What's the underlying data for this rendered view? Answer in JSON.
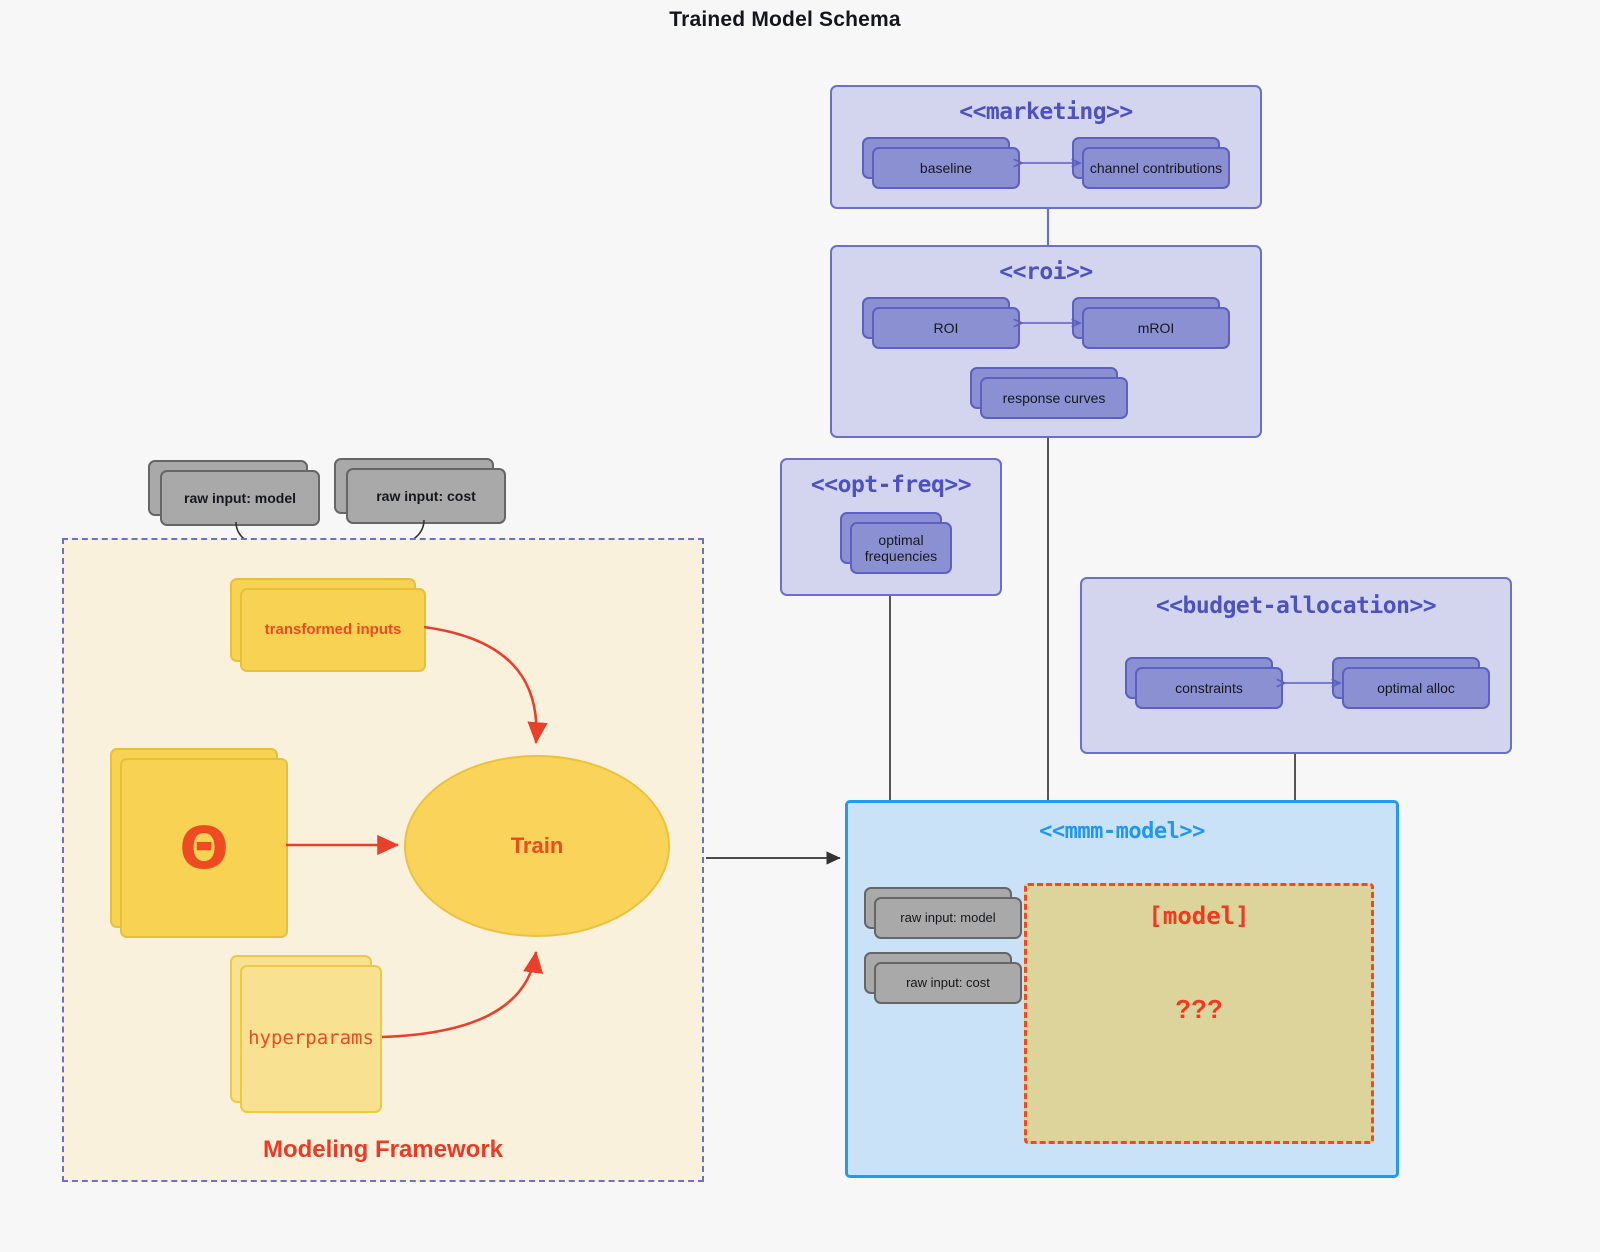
{
  "title": "Trained Model Schema",
  "packages": {
    "marketing": {
      "name": "<<marketing>>",
      "objects": [
        {
          "label": "baseline"
        },
        {
          "label": "channel contributions"
        }
      ]
    },
    "roi": {
      "name": "<<roi>>",
      "objects": [
        {
          "label": "ROI"
        },
        {
          "label": "mROI"
        },
        {
          "label": "response curves"
        }
      ]
    },
    "opt_freq": {
      "name": "<<opt-freq>>",
      "objects": [
        {
          "label": "optimal\nfrequencies",
          "line1": "optimal",
          "line2": "frequencies"
        }
      ]
    },
    "budget_allocation": {
      "name": "<<budget-allocation>>",
      "objects": [
        {
          "label": "constraints"
        },
        {
          "label": "optimal alloc"
        }
      ]
    },
    "mmm_model": {
      "name": "<<mmm-model>>",
      "inputs": [
        {
          "label": "raw input: model"
        },
        {
          "label": "raw input: cost"
        }
      ],
      "model_box": {
        "label": "[model]",
        "unknown": "???"
      }
    }
  },
  "framework": {
    "label": "Modeling Framework",
    "raw_inputs": [
      {
        "label": "raw input: model"
      },
      {
        "label": "raw input: cost"
      }
    ],
    "transformed_inputs": {
      "label": "transformed inputs"
    },
    "theta": {
      "symbol": "Θ"
    },
    "hyperparams": {
      "label": "hyperparams"
    },
    "train": {
      "label": "Train"
    }
  },
  "colors": {
    "page_background": "#f7f7f7",
    "package_fill": "#d3d4ee",
    "package_border": "#6b70c8",
    "package_title_text": "#4e52c0",
    "object_fill": "#8b90d2",
    "object_border": "#5b60c2",
    "grey_fill": "#a9a9a9",
    "grey_border": "#666666",
    "yellow_fill": "#f8d353",
    "yellow_border": "#e8bf38",
    "yellow_light_fill": "#f9e192",
    "framework_fill": "#faf1dd",
    "framework_border": "#6b70c8",
    "accent_red": "#ee4b23",
    "mmm_fill": "#cae2f7",
    "mmm_border": "#219bf0",
    "mmm_title_text": "#2196f3",
    "model_box_fill": "#ddd49b",
    "model_box_border": "#f04a23",
    "connector_grey": "#555555",
    "connector_purple": "#6b70c8"
  }
}
